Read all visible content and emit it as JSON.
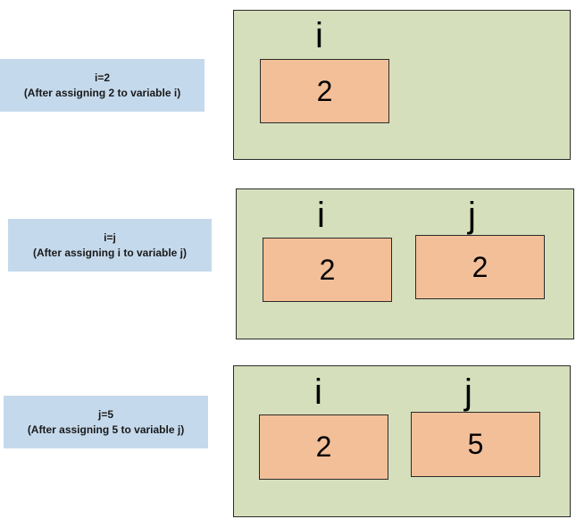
{
  "steps": [
    {
      "caption_line1": "i=2",
      "caption_line2": "(After assigning 2 to variable i)",
      "variables": [
        {
          "name": "i",
          "value": "2"
        }
      ]
    },
    {
      "caption_line1": "i=j",
      "caption_line2": "(After assigning i to variable j)",
      "variables": [
        {
          "name": "i",
          "value": "2"
        },
        {
          "name": "j",
          "value": "2"
        }
      ]
    },
    {
      "caption_line1": "j=5",
      "caption_line2": "(After assigning 5 to variable j)",
      "variables": [
        {
          "name": "i",
          "value": "2"
        },
        {
          "name": "j",
          "value": "5"
        }
      ]
    }
  ],
  "colors": {
    "caption_bg": "#c5d9ec",
    "memory_bg": "#d6dfbc",
    "box_bg": "#f2bf98"
  }
}
